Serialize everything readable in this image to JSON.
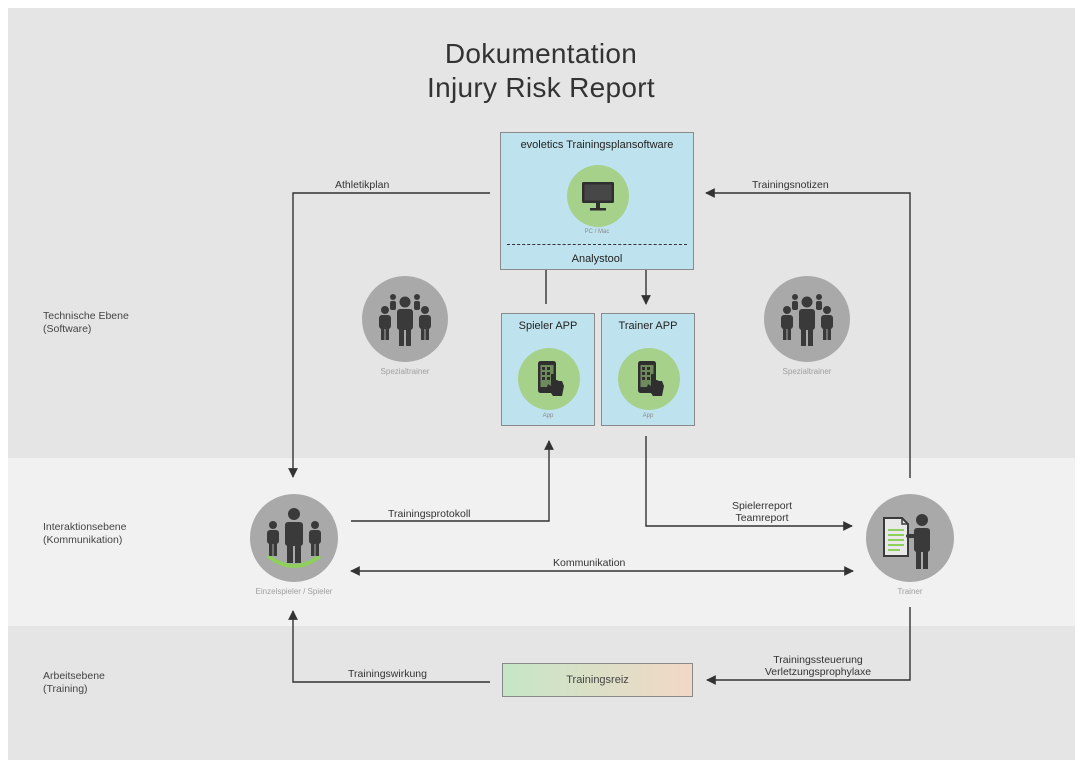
{
  "title": {
    "line1": "Dokumentation",
    "line2": "Injury Risk Report"
  },
  "levels": {
    "technical": {
      "line1": "Technische Ebene",
      "line2": "(Software)"
    },
    "interaction": {
      "line1": "Interaktionsebene",
      "line2": "(Kommunikation)"
    },
    "work": {
      "line1": "Arbeitsebene",
      "line2": "(Training)"
    }
  },
  "software_box": {
    "title": "evoletics Trainingsplansoftware",
    "device_caption": "PC / Mac",
    "tool": "Analystool"
  },
  "player_app": {
    "title": "Spieler APP",
    "caption": "App"
  },
  "trainer_app": {
    "title": "Trainer APP",
    "caption": "App"
  },
  "special_trainer_left": {
    "caption": "Spezialtrainer"
  },
  "special_trainer_right": {
    "caption": "Spezialtrainer"
  },
  "player": {
    "caption": "Einzelspieler / Spieler"
  },
  "trainer": {
    "caption": "Trainer"
  },
  "stimulus": {
    "label": "Trainingsreiz"
  },
  "flows": {
    "athletikplan": "Athletikplan",
    "trainingsnotizen": "Trainingsnotizen",
    "trainingsprotokoll": "Trainingsprotokoll",
    "spielerreport": "Spielerreport",
    "teamreport": "Teamreport",
    "kommunikation": "Kommunikation",
    "trainingswirkung": "Trainingswirkung",
    "trainingssteuerung": "Trainingssteuerung",
    "verletzungsprophylaxe": "Verletzungsprophylaxe"
  },
  "icons": {
    "software": "monitor-icon",
    "apps": "smartphone-touch-icon",
    "special_trainers": "group-of-coaches-icon",
    "player": "player-group-icon",
    "trainer": "trainer-clipboard-icon"
  },
  "colors": {
    "box_fill": "#bfe3ee",
    "icon_green": "#a6d18b",
    "icon_grey": "#a9a9a9",
    "arrow": "#333333"
  }
}
